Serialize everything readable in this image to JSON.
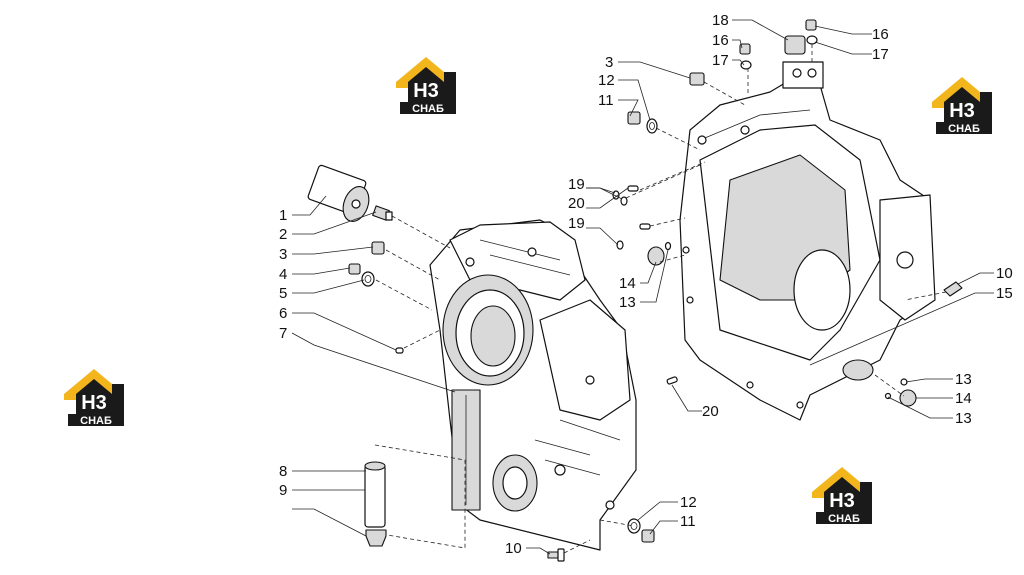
{
  "logo": {
    "mark": "H3",
    "text": "СНАБ",
    "colors": {
      "roof": "#f2b51c",
      "dark": "#1a1a1a",
      "letters": "#ffffff"
    }
  },
  "callouts": [
    {
      "id": "c1",
      "text": "1"
    },
    {
      "id": "c2",
      "text": "2"
    },
    {
      "id": "c3a",
      "text": "3"
    },
    {
      "id": "c4",
      "text": "4"
    },
    {
      "id": "c5",
      "text": "5"
    },
    {
      "id": "c6",
      "text": "6"
    },
    {
      "id": "c7",
      "text": "7"
    },
    {
      "id": "c8",
      "text": "8"
    },
    {
      "id": "c9",
      "text": "9"
    },
    {
      "id": "c3b",
      "text": "3"
    },
    {
      "id": "c12a",
      "text": "12"
    },
    {
      "id": "c11a",
      "text": "11"
    },
    {
      "id": "c19a",
      "text": "19"
    },
    {
      "id": "c20a",
      "text": "20"
    },
    {
      "id": "c19b",
      "text": "19"
    },
    {
      "id": "c14a",
      "text": "14"
    },
    {
      "id": "c13a",
      "text": "13"
    },
    {
      "id": "c18",
      "text": "18"
    },
    {
      "id": "c16a",
      "text": "16"
    },
    {
      "id": "c17a",
      "text": "17"
    },
    {
      "id": "c16b",
      "text": "16"
    },
    {
      "id": "c17b",
      "text": "17"
    },
    {
      "id": "c10a",
      "text": "10"
    },
    {
      "id": "c15",
      "text": "15"
    },
    {
      "id": "c20b",
      "text": "20"
    },
    {
      "id": "c13b",
      "text": "13"
    },
    {
      "id": "c14b",
      "text": "14"
    },
    {
      "id": "c13c",
      "text": "13"
    },
    {
      "id": "c12b",
      "text": "12"
    },
    {
      "id": "c11b",
      "text": "11"
    },
    {
      "id": "c10b",
      "text": "10"
    }
  ]
}
